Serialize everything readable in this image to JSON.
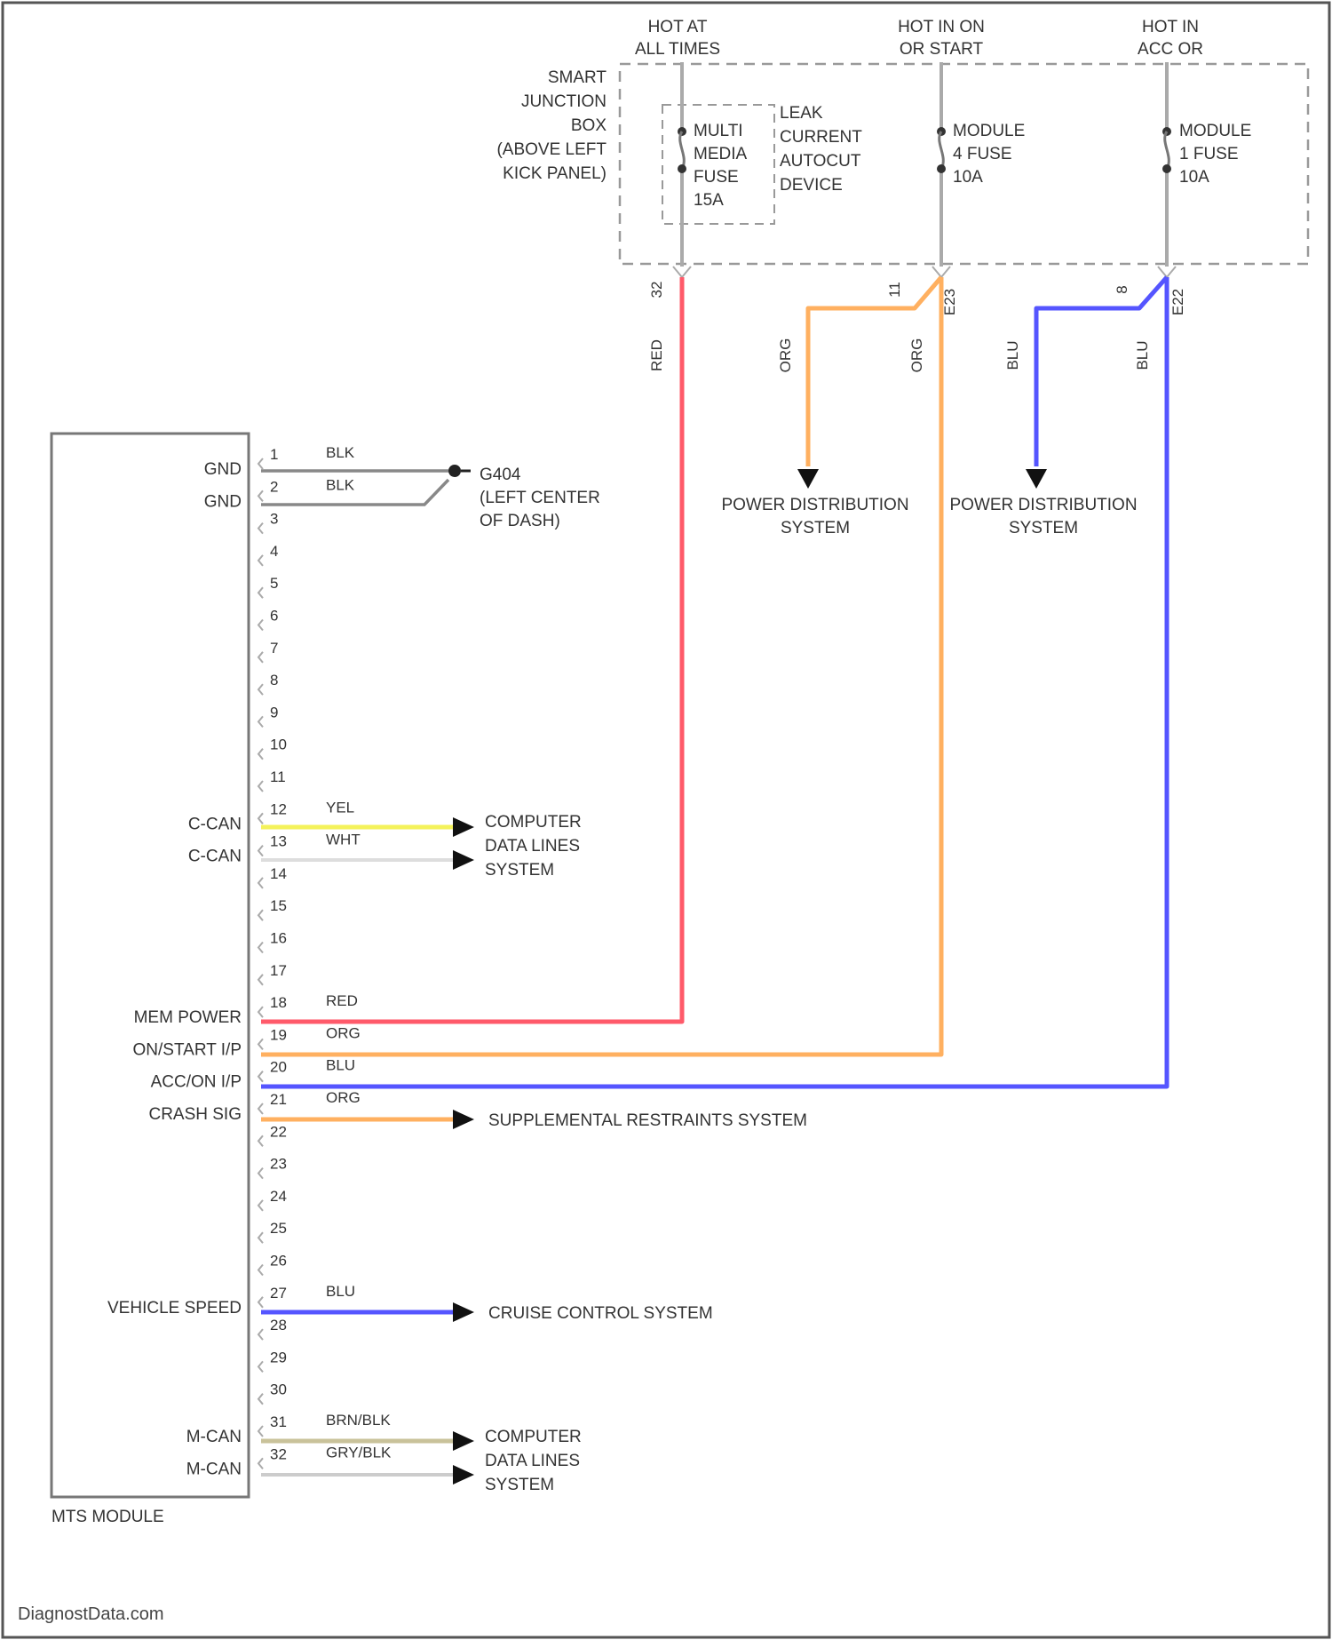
{
  "diagram": {
    "headers": {
      "hot_at_all_times": [
        "HOT AT",
        "ALL TIMES"
      ],
      "hot_in_on_or_start": [
        "HOT IN ON",
        "OR START"
      ],
      "hot_in_acc_or": [
        "HOT IN",
        "ACC OR"
      ]
    },
    "junction_box": [
      "SMART",
      "JUNCTION",
      "BOX",
      "(ABOVE LEFT",
      "KICK PANEL)"
    ],
    "fuse_multimedia": [
      "MULTI",
      "MEDIA",
      "FUSE",
      "15A"
    ],
    "leak_device": [
      "LEAK",
      "CURRENT",
      "AUTOCUT",
      "DEVICE"
    ],
    "fuse_module4": [
      "MODULE",
      "4 FUSE",
      "10A"
    ],
    "fuse_module1": [
      "MODULE",
      "1 FUSE",
      "10A"
    ],
    "connector_labels": {
      "c1": "32",
      "c2_top": "11",
      "c2_side": "E23",
      "c3_top": "8",
      "c3_side": "E22"
    },
    "vertical_wire_labels": {
      "red": "RED",
      "org_a": "ORG",
      "org_b": "ORG",
      "blu_a": "BLU",
      "blu_b": "BLU"
    },
    "power_distribution_1": [
      "POWER DISTRIBUTION",
      "SYSTEM"
    ],
    "power_distribution_2": [
      "POWER DISTRIBUTION",
      "SYSTEM"
    ],
    "ground": [
      "G404",
      "(LEFT CENTER",
      "OF DASH)"
    ],
    "computer_data_lines_1": [
      "COMPUTER",
      "DATA LINES",
      "SYSTEM"
    ],
    "computer_data_lines_2": [
      "COMPUTER",
      "DATA LINES",
      "SYSTEM"
    ],
    "supplemental_restraints": "SUPPLEMENTAL RESTRAINTS SYSTEM",
    "cruise_control": "CRUISE CONTROL SYSTEM",
    "module_name": "MTS MODULE",
    "watermark": "DiagnostData.com",
    "pins": [
      "1",
      "2",
      "3",
      "4",
      "5",
      "6",
      "7",
      "8",
      "9",
      "10",
      "11",
      "12",
      "13",
      "14",
      "15",
      "16",
      "17",
      "18",
      "19",
      "20",
      "21",
      "22",
      "23",
      "24",
      "25",
      "26",
      "27",
      "28",
      "29",
      "30",
      "31",
      "32"
    ],
    "pin_signals": [
      {
        "pin": 1,
        "name": "GND",
        "color": "BLK"
      },
      {
        "pin": 2,
        "name": "GND",
        "color": "BLK"
      },
      {
        "pin": 12,
        "name": "C-CAN",
        "color": "YEL"
      },
      {
        "pin": 13,
        "name": "C-CAN",
        "color": "WHT"
      },
      {
        "pin": 18,
        "name": "MEM POWER",
        "color": "RED"
      },
      {
        "pin": 19,
        "name": "ON/START I/P",
        "color": "ORG"
      },
      {
        "pin": 20,
        "name": "ACC/ON I/P",
        "color": "BLU"
      },
      {
        "pin": 21,
        "name": "CRASH SIG",
        "color": "ORG"
      },
      {
        "pin": 27,
        "name": "VEHICLE SPEED",
        "color": "BLU"
      },
      {
        "pin": 31,
        "name": "M-CAN",
        "color": "BRN/BLK"
      },
      {
        "pin": 32,
        "name": "M-CAN",
        "color": "GRY/BLK"
      }
    ],
    "wire_colors": {
      "RED": "#ff5a6a",
      "ORG": "#ffb060",
      "BLU": "#5555ff",
      "YEL": "#f4f25a",
      "WHT": "#dddddd",
      "BLK": "#777777",
      "BRN/BLK": "#c9c29a",
      "GRY/BLK": "#cccccc"
    }
  }
}
